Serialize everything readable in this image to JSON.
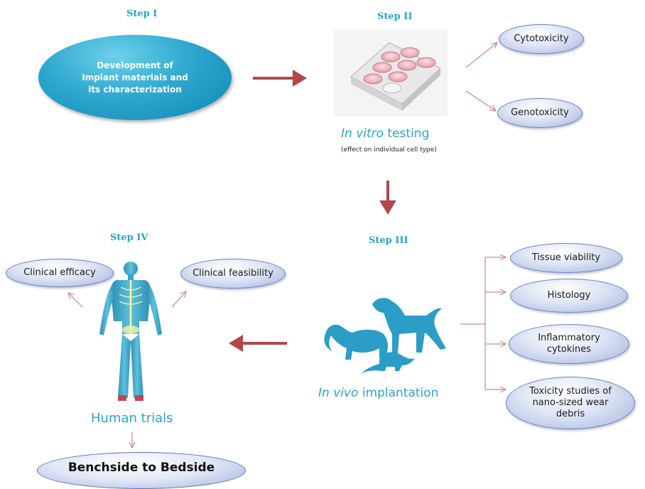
{
  "steps": {
    "step1": "Step I",
    "step2": "Step II",
    "step3": "Step III",
    "step4": "Step IV"
  },
  "development_oval": "Development of\nImplant materials and\nits characterization",
  "in_vitro": {
    "italic": "In vitro",
    "rest": " testing",
    "note": "(effect on individual cell type)",
    "outcomes": [
      "Cytotoxicity",
      "Genotoxicity"
    ]
  },
  "in_vivo": {
    "italic": "In vivo",
    "rest": " implantation",
    "outcomes": [
      "Tissue viability",
      "Histology",
      "Inflammatory cytokines",
      "Toxicity studies of nano-sized wear debris"
    ]
  },
  "human": {
    "label": "Human trials",
    "outcomes": [
      "Clinical efficacy",
      "Clinical feasibility"
    ]
  },
  "footer": "Benchside to Bedside",
  "colors": {
    "step_text": "#2aa5c8",
    "arrow": "#b2474a",
    "thin_arrow": "#c98a8a",
    "oval_fill": "#1f98c6"
  }
}
